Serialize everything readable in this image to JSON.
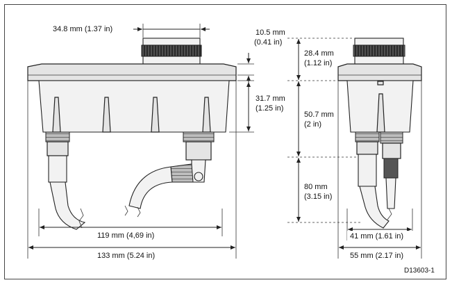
{
  "diagram": {
    "labels": {
      "top_width": "34.8 mm (1.37 in)",
      "cap_height_mm": "10.5 mm",
      "cap_height_in": "(0.41 in)",
      "body_height_mm": "31.7 mm",
      "body_height_in": "(1.25 in)",
      "side_top_mm": "28.4 mm",
      "side_top_in": "(1.12 in)",
      "side_mid_mm": "50.7 mm",
      "side_mid_in": "(2 in)",
      "side_low_mm": "80 mm",
      "side_low_in": "(3.15 in)",
      "inner_width": "119 mm (4,69 in)",
      "outer_width": "133 mm (5.24 in)",
      "side_inner_width": "41 mm (1.61 in)",
      "side_outer_width": "55 mm (2.17 in)",
      "reference": "D13603-1"
    },
    "colors": {
      "ink": "#222222",
      "fill_light": "#f2f2f2",
      "fill_mid": "#e4e4e4",
      "fill_dark": "#555555"
    }
  }
}
